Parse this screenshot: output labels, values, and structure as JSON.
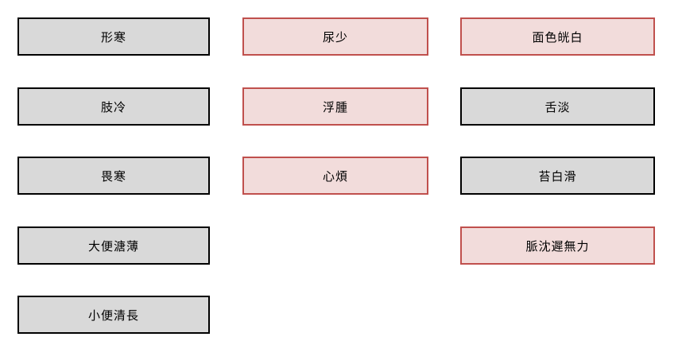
{
  "colors": {
    "background": "#ffffff",
    "default_fill": "#d9d9d9",
    "default_border": "#000000",
    "highlight_fill": "#f2dcdb",
    "highlight_border": "#c0504d",
    "text": "#000000"
  },
  "boxes": [
    {
      "label": "形寒",
      "state": "default"
    },
    {
      "label": "尿少",
      "state": "highlight"
    },
    {
      "label": "面色㿠白",
      "state": "highlight"
    },
    {
      "label": "肢冷",
      "state": "default"
    },
    {
      "label": "浮腫",
      "state": "highlight"
    },
    {
      "label": "舌淡",
      "state": "default"
    },
    {
      "label": "畏寒",
      "state": "default"
    },
    {
      "label": "心煩",
      "state": "highlight"
    },
    {
      "label": "苔白滑",
      "state": "default"
    },
    {
      "label": "大便溏薄",
      "state": "default"
    },
    {
      "label": "脈沈遲無力",
      "state": "highlight"
    },
    {
      "label": "小便清長",
      "state": "default"
    }
  ]
}
